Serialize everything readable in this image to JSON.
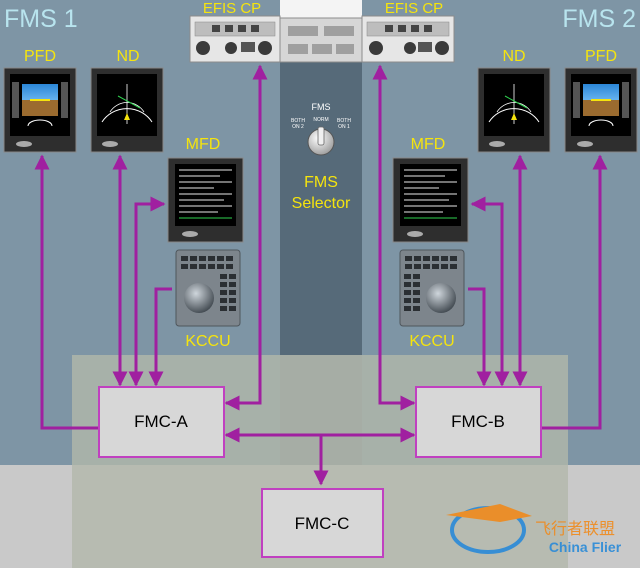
{
  "labels": {
    "fms1": "FMS 1",
    "fms2": "FMS 2",
    "efis_cp_left": "EFIS CP",
    "efis_cp_right": "EFIS CP",
    "pfd_left": "PFD",
    "nd_left": "ND",
    "nd_right": "ND",
    "pfd_right": "PFD",
    "mfd_left": "MFD",
    "mfd_right": "MFD",
    "kccu_left": "KCCU",
    "kccu_right": "KCCU",
    "fms_selector_line1": "FMS",
    "fms_selector_line2": "Selector"
  },
  "selector_knob": {
    "title": "FMS",
    "norm": "NORM",
    "left_line1": "BOTH",
    "left_line2": "ON 2",
    "right_line1": "BOTH",
    "right_line2": "ON 1"
  },
  "boxes": {
    "fmc_a": "FMC-A",
    "fmc_b": "FMC-B",
    "fmc_c": "FMC-C"
  },
  "watermark": {
    "chinese": "飞行者联盟",
    "english": "China Flier"
  },
  "colors": {
    "slate_blue": "#7e95a5",
    "center_strip": "#566a79",
    "light_gray": "#c9c9c9",
    "fms_zone_gray": "#b4b9ad",
    "fmc_box_fill": "#d7d7d7",
    "connector_purple": "#a020a0",
    "label_yellow": "#f5e40e",
    "fms_title_cyan": "#b8e4ee"
  }
}
